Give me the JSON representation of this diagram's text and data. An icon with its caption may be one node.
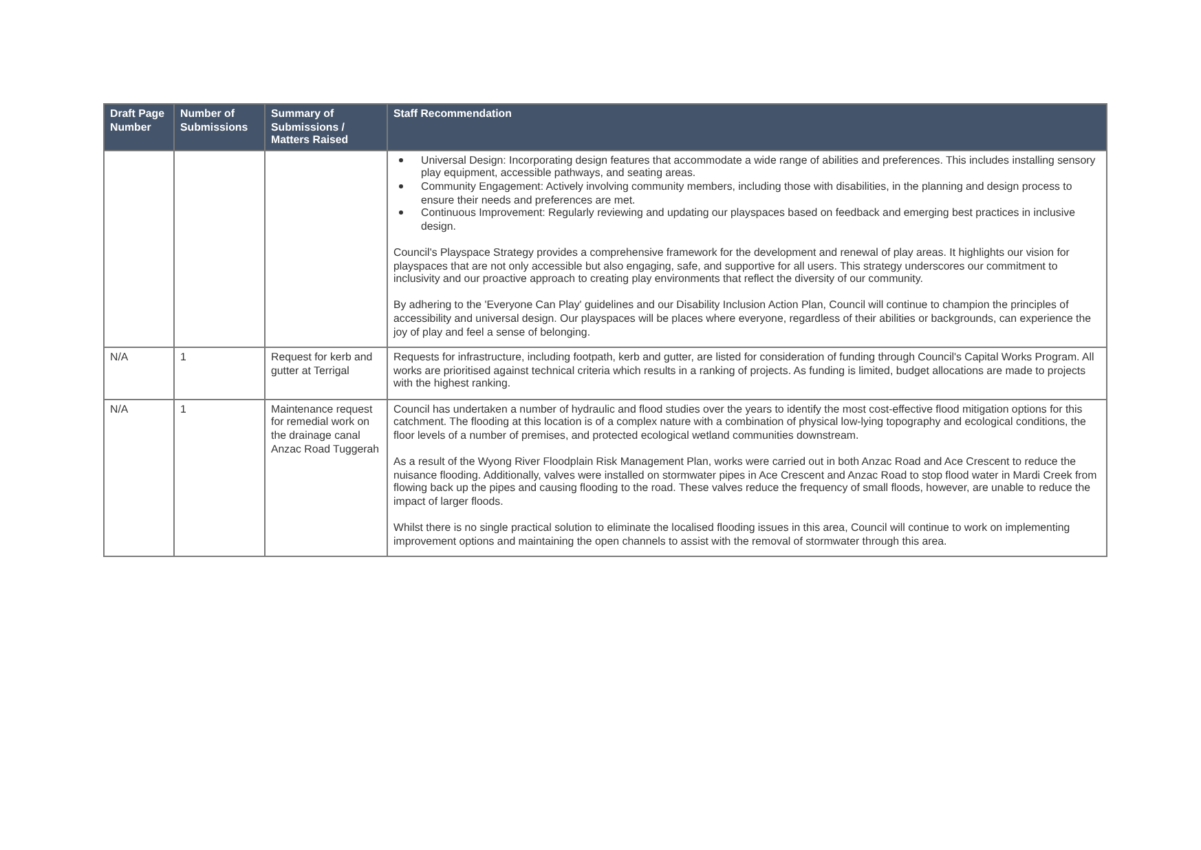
{
  "diagram": {
    "labels": [
      "Draft Page Number",
      "Number of Submissions",
      "Summary of Submissions / Matters Raised",
      "Staff Recommendation",
      "Universal Design: Incorporating design features that accommodate a wide range of abilities and preferences. This includes installing sensory play equipment, accessible pathways, and seating areas.",
      "Community Engagement: Actively involving community members, including those with disabilities, in the planning and design process to ensure their needs and preferences are met.",
      "Continuous Improvement: Regularly reviewing and updating our playspaces based on feedback and emerging best practices in inclusive design.",
      "Council's Playspace Strategy provides a comprehensive framework for the development and renewal of play areas. It highlights our vision for playspaces that are not only accessible but also engaging, safe, and supportive for all users. This strategy underscores our commitment to inclusivity and our proactive approach to creating play environments that reflect the diversity of our community.",
      "By adhering to the 'Everyone Can Play' guidelines and our Disability Inclusion Action Plan, Council will continue to champion the principles of accessibility and universal design. Our playspaces will be places where everyone, regardless of their abilities or backgrounds, can experience the joy of play and feel a sense of belonging.",
      "N/A",
      "1",
      "Request for kerb and gutter at Terrigal",
      "Requests for infrastructure, including footpath, kerb and gutter, are listed for consideration of funding through Council's Capital Works Program. All works are prioritised against technical criteria which results in a ranking of projects. As funding is limited, budget allocations are made to projects with the highest ranking.",
      "N/A",
      "1",
      "Maintenance request for remedial work on the drainage canal Anzac Road Tuggerah",
      "Council has undertaken a number of hydraulic and flood studies over the years to identify the most cost-effective flood mitigation options for this catchment. The flooding at this location is of a complex nature with a combination of physical low-lying topography and ecological conditions, the floor levels of a number of premises, and protected ecological wetland communities downstream.",
      "As a result of the Wyong River Floodplain Risk Management Plan, works were carried out in both Anzac Road and Ace Crescent to reduce the nuisance flooding. Additionally, valves were installed on stormwater pipes in Ace Crescent and Anzac Road to stop flood water in Mardi Creek from flowing back up the pipes and causing flooding to the road. These valves reduce the frequency of small floods, however, are unable to reduce the impact of larger floods.",
      "Whilst there is no single practical solution to eliminate the localised flooding issues in this area, Council will continue to work on implementing improvement options and maintaining the open channels to assist with the removal of stormwater through this area."
    ]
  }
}
